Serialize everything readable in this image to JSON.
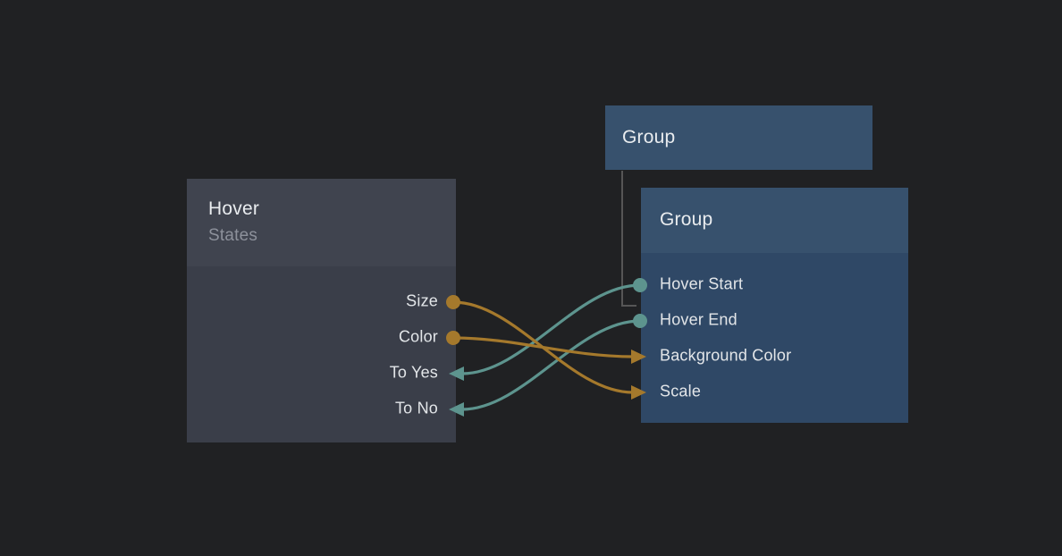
{
  "canvas": {
    "app": "node-editor"
  },
  "colors": {
    "canvas_bg": "#202123",
    "gold": "#a5792c",
    "teal": "#5d948e",
    "hierarchy_line": "#565656",
    "hover_node_header": "#40444f",
    "hover_node_body": "#3a3e49",
    "group_node_header": "#37516d",
    "group_node_body": "#2f4866",
    "title_text": "#e9ecef",
    "subtitle_text": "#8d919b",
    "port_text": "#e3e6e9"
  },
  "nodes": {
    "hover": {
      "title": "Hover",
      "subtitle": "States",
      "ports": {
        "size": "Size",
        "color": "Color",
        "to_yes": "To Yes",
        "to_no": "To No"
      }
    },
    "group_parent": {
      "title": "Group"
    },
    "group": {
      "title": "Group",
      "ports": {
        "hover_start": "Hover Start",
        "hover_end": "Hover End",
        "background_color": "Background Color",
        "scale": "Scale"
      }
    }
  },
  "connections": [
    {
      "from": "Hover.Size",
      "to": "Group.Scale",
      "color": "gold"
    },
    {
      "from": "Hover.Color",
      "to": "Group.Background Color",
      "color": "gold"
    },
    {
      "from": "Group.Hover Start",
      "to": "Hover.To Yes",
      "color": "teal"
    },
    {
      "from": "Group.Hover End",
      "to": "Hover.To No",
      "color": "teal"
    },
    {
      "from": "Group (parent)",
      "to": "Group",
      "type": "hierarchy"
    }
  ]
}
